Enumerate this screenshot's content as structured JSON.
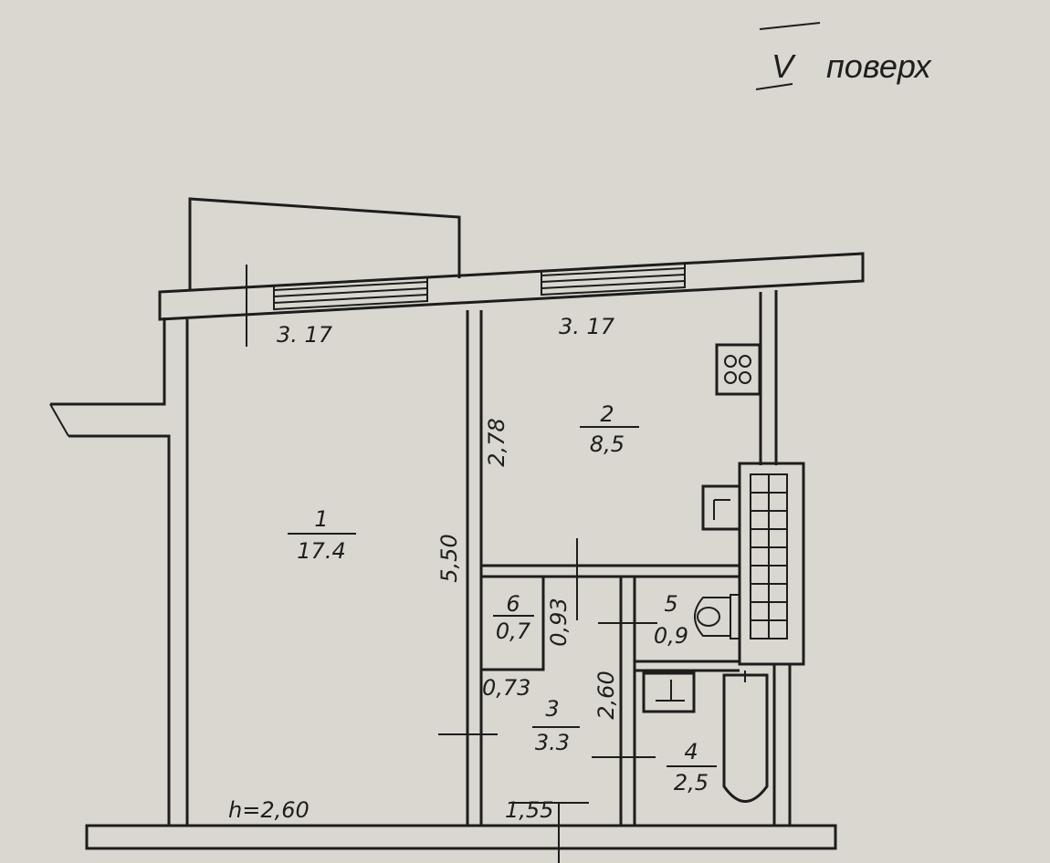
{
  "floor_label": {
    "numeral": "V",
    "word": "поверх"
  },
  "rooms": [
    {
      "number": "1",
      "area": "17.4"
    },
    {
      "number": "2",
      "area": "8,5"
    },
    {
      "number": "3",
      "area": "3.3"
    },
    {
      "number": "4",
      "area": "2,5"
    },
    {
      "number": "5",
      "area": "0,9"
    },
    {
      "number": "6",
      "area": "0,7"
    }
  ],
  "dimensions": {
    "room1_width": "3. 17",
    "room2_width": "3. 17",
    "room2_depth": "2,78",
    "room1_depth": "5,50",
    "closet_depth": "0,93",
    "closet_width": "0,73",
    "hall_depth": "2,60",
    "hall_width": "1,55",
    "ceiling_height": "h=2,60"
  }
}
